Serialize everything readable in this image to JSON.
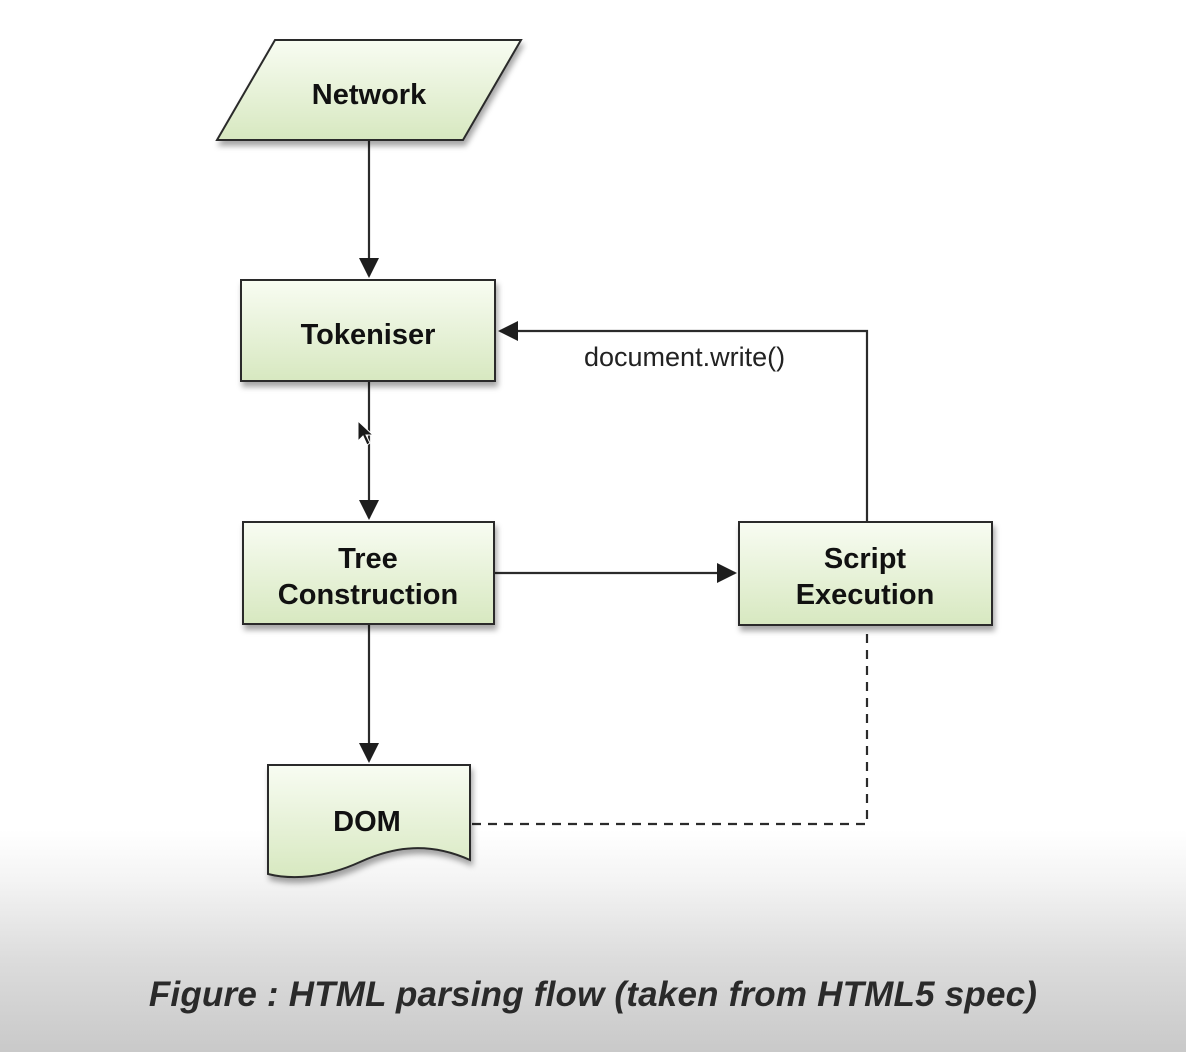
{
  "diagram": {
    "nodes": {
      "network": "Network",
      "tokeniser": "Tokeniser",
      "tree_construction": [
        "Tree",
        "Construction"
      ],
      "script_execution": [
        "Script",
        "Execution"
      ],
      "dom": "DOM"
    },
    "edges": {
      "document_write": "document.write()"
    }
  },
  "caption": "Figure : HTML parsing flow (taken from HTML5 spec)",
  "colors": {
    "node_fill_top": "#f7fbef",
    "node_fill_bottom": "#dcebc6",
    "stroke": "#2b2b2b"
  }
}
